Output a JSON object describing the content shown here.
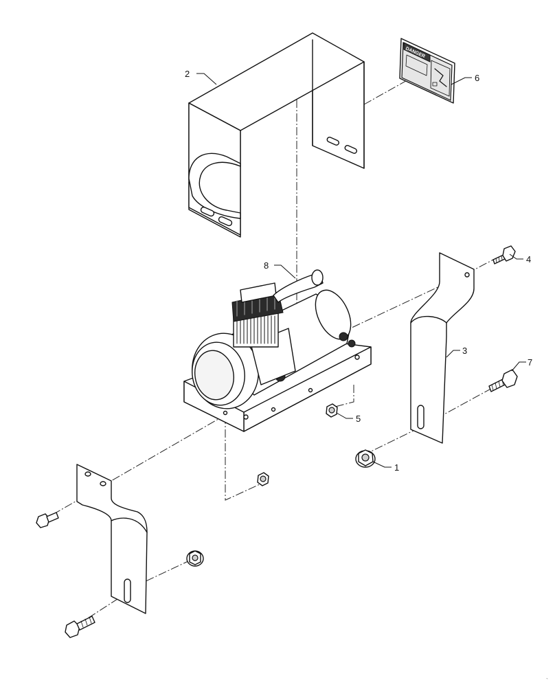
{
  "callouts": [
    "1",
    "2",
    "3",
    "4",
    "5",
    "6",
    "7",
    "8"
  ],
  "decal_text": "DANGER",
  "page_mark": "`"
}
